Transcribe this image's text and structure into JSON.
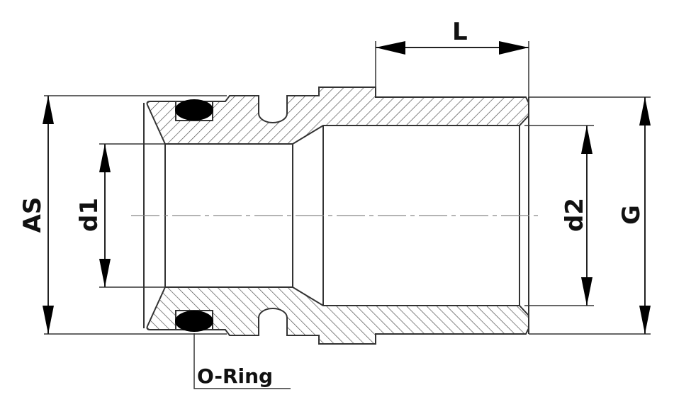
{
  "labels": {
    "length": "L",
    "outer_diameter_socket": "AS",
    "inner_diameter_1": "d1",
    "inner_diameter_2": "d2",
    "thread": "G",
    "seal": "O-Ring"
  },
  "colors": {
    "line": "#333333",
    "fill": "#000000",
    "background": "#ffffff"
  }
}
